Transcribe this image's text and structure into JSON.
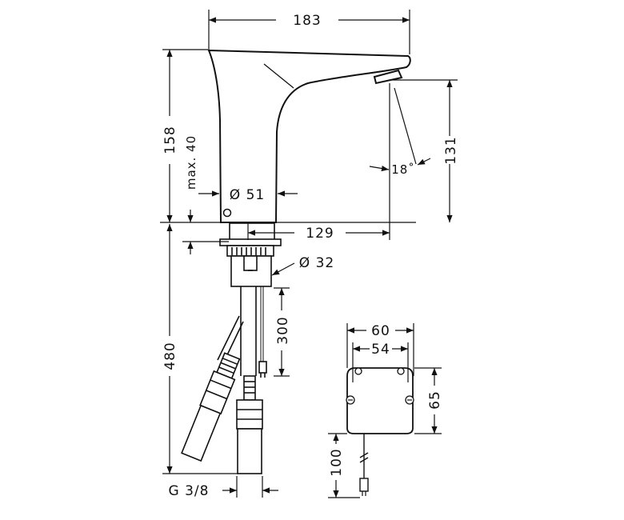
{
  "drawing": {
    "dimensions": {
      "width_total": "183",
      "height_spout": "158",
      "max_deck": "max. 40",
      "diameter_body": "Ø 51",
      "height_outlet": "131",
      "spray_angle": "18˚",
      "reach": "129",
      "diameter_shank": "Ø 32",
      "hose_length": "300",
      "total_below": "480",
      "thread": "G 3/8",
      "box_width_outer": "60",
      "box_width_inner": "54",
      "box_height": "65",
      "cable_length": "100"
    }
  }
}
